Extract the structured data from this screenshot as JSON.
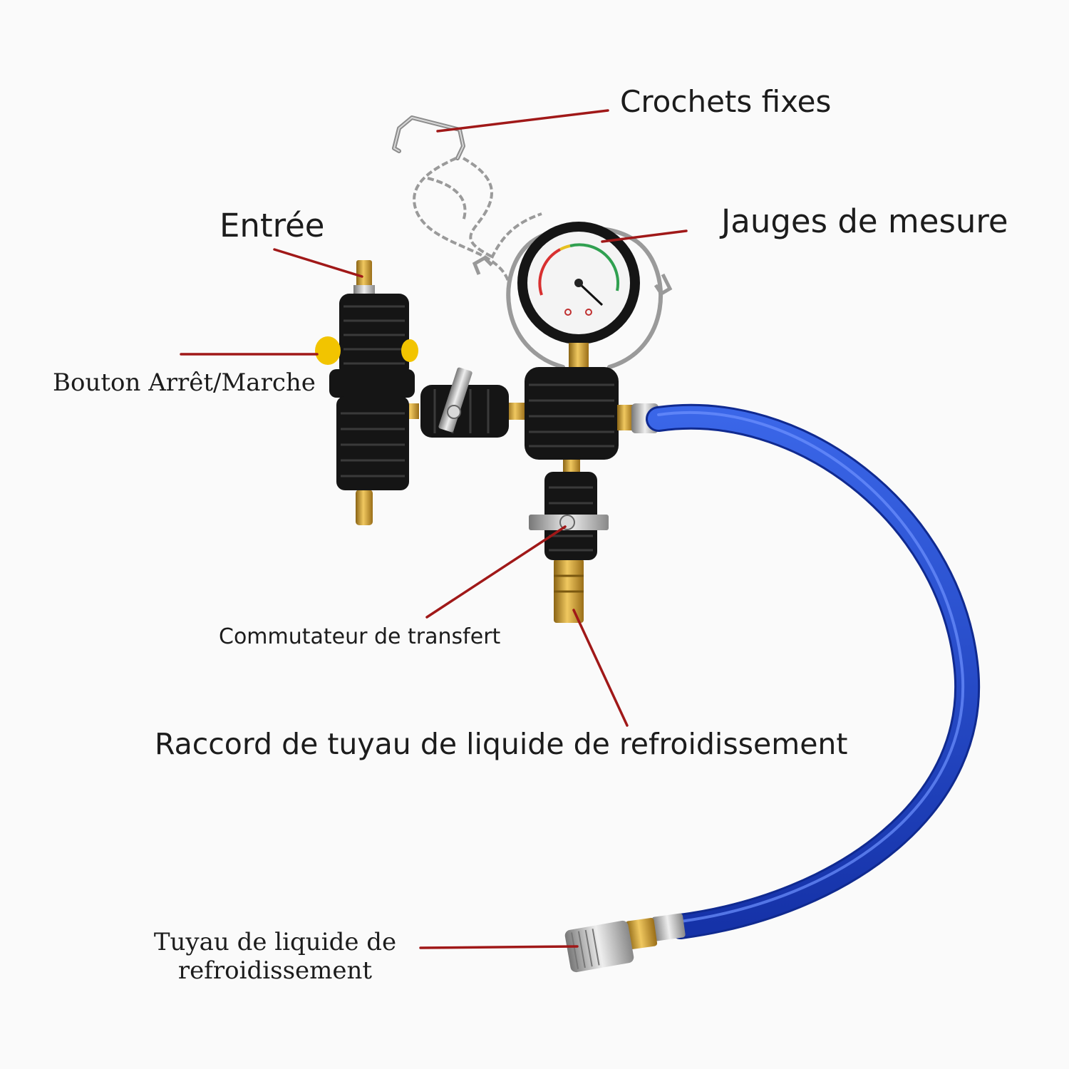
{
  "labels": {
    "crochets": "Crochets fixes",
    "jauges": "Jauges de mesure",
    "entree": "Entrée",
    "bouton": "Bouton Arrêt/Marche",
    "commutateur": "Commutateur de transfert",
    "raccord": "Raccord de tuyau de liquide de refroidissement",
    "tuyau_line1": "Tuyau de liquide de",
    "tuyau_line2": "refroidissement"
  },
  "colors": {
    "leader": "#a01818",
    "hose": "#1f47c8",
    "body": "#151515",
    "brass": "#c9982f",
    "knob": "#f2c400"
  },
  "icons": [
    "hook-icon",
    "chain-icon",
    "pressure-gauge-icon",
    "valve-body-icon",
    "transfer-lever-icon",
    "coolant-hose-icon",
    "quick-coupler-icon"
  ]
}
